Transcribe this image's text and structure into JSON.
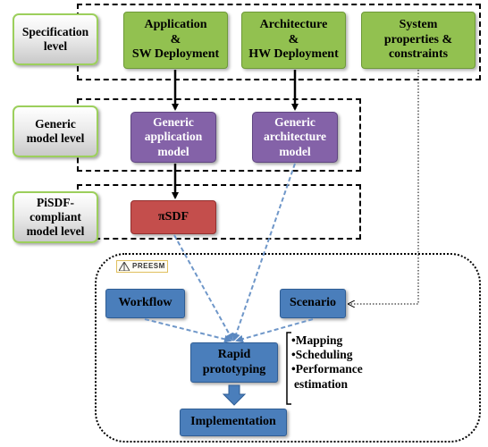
{
  "levels": {
    "specification": "Specification level",
    "generic": "Generic model level",
    "pisdf": "PiSDF-compliant model level"
  },
  "spec_boxes": {
    "application": [
      "Application",
      "&",
      "SW Deployment"
    ],
    "architecture": [
      "Architecture",
      "&",
      "HW Deployment"
    ],
    "system": [
      "System",
      "properties &",
      "constraints"
    ]
  },
  "generic_boxes": {
    "application": [
      "Generic",
      "application",
      "model"
    ],
    "architecture": [
      "Generic",
      "architecture",
      "model"
    ]
  },
  "pisdf_box": "πSDF",
  "preesm": {
    "logo_text": "PREESM",
    "workflow": "Workflow",
    "scenario": "Scenario",
    "rapid_prototyping": [
      "Rapid",
      "prototyping"
    ],
    "implementation": "Implementation",
    "steps": [
      "•Mapping",
      "•Scheduling",
      "•Performance",
      "estimation"
    ]
  },
  "colors": {
    "green": "#92c150",
    "purple": "#8462a8",
    "red": "#c44e4c",
    "blue": "#4a7ebb",
    "connector_blue": "#6f97c9"
  }
}
